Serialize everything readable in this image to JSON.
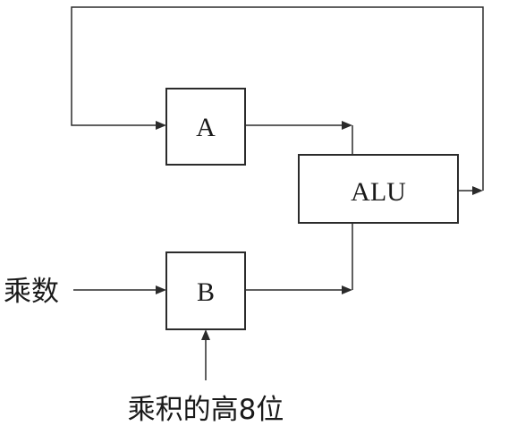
{
  "diagram": {
    "blocks": {
      "register_a": {
        "label": "A"
      },
      "register_b": {
        "label": "B"
      },
      "alu": {
        "label": "ALU"
      }
    },
    "inputs": {
      "multiplier": {
        "label": "乘数"
      },
      "product_high": {
        "label": "乘积的高8位"
      }
    }
  }
}
